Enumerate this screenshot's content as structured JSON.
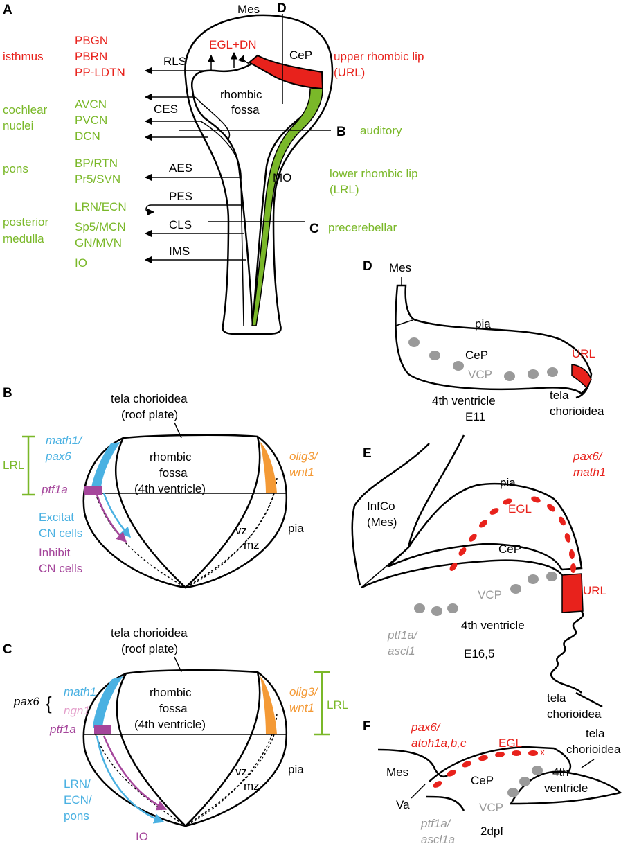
{
  "panels": {
    "A": "A",
    "B": "B",
    "C": "C",
    "D": "D",
    "E": "E",
    "F": "F"
  },
  "panelA": {
    "left_groups": {
      "isthmus": "isthmus",
      "cochlear1": "cochlear",
      "cochlear2": "nuclei",
      "pons": "pons",
      "posterior1": "posterior",
      "posterior2": "medulla"
    },
    "nuclei": [
      "PBGN",
      "PBRN",
      "PP-LDTN",
      "AVCN",
      "PVCN",
      "DCN",
      "BP/RTN",
      "Pr5/SVN",
      "LRN/ECN",
      "Sp5/MCN",
      "GN/MVN",
      "IO"
    ],
    "streams": {
      "rls": "RLS",
      "ces": "CES",
      "aes": "AES",
      "pes": "PES",
      "cls": "CLS",
      "ims": "IMS"
    },
    "mes": "Mes",
    "egl_dn": "EGL+DN",
    "cep": "CeP",
    "fossa1": "rhombic",
    "fossa2": "fossa",
    "mo": "MO",
    "section_labels": {
      "d": "D",
      "b": "B",
      "c": "C"
    },
    "right": {
      "url1": "upper rhombic lip",
      "url2": "(URL)",
      "auditory": "auditory",
      "lrl1": "lower rhombic lip",
      "lrl2": "(LRL)",
      "precerebellar": "precerebellar"
    }
  },
  "panelB": {
    "tela1": "tela chorioidea",
    "tela2": "(roof plate)",
    "lrl": "LRL",
    "math1": "math1/",
    "pax6": "pax6",
    "ptf1a": "ptf1a",
    "fossa1": "rhombic",
    "fossa2": "fossa",
    "fossa3": "(4th ventricle)",
    "olig3": "olig3/",
    "wnt1": "wnt1",
    "excit1": "Excitat",
    "excit2": "CN cells",
    "inhib1": "Inhibit",
    "inhib2": "CN cells",
    "vz": "vz",
    "mz": "mz",
    "pia": "pia"
  },
  "panelC": {
    "tela1": "tela chorioidea",
    "tela2": "(roof plate)",
    "pax6": "pax6",
    "math1": "math1",
    "ngn1": "ngn1",
    "ptf1a": "ptf1a",
    "fossa1": "rhombic",
    "fossa2": "fossa",
    "fossa3": "(4th ventricle)",
    "olig3": "olig3/",
    "wnt1": "wnt1",
    "lrl": "LRL",
    "lrn1": "LRN/",
    "lrn2": "ECN/",
    "lrn3": "pons",
    "io": "IO",
    "vz": "vz",
    "mz": "mz",
    "pia": "pia"
  },
  "panelD": {
    "mes": "Mes",
    "pia": "pia",
    "cep": "CeP",
    "url": "URL",
    "vcp": "VCP",
    "v4": "4th ventricle",
    "e11": "E11",
    "tela1": "tela",
    "tela2": "chorioidea"
  },
  "panelE": {
    "infco1": "InfCo",
    "infco2": "(Mes)",
    "pia": "pia",
    "pax6": "pax6/",
    "math1": "math1",
    "egl": "EGL",
    "cep": "CeP",
    "vcp": "VCP",
    "url": "URL",
    "ptf1a": "ptf1a/",
    "ascl1": "ascl1",
    "v4": "4th ventricle",
    "age": "E16,5",
    "tela1": "tela",
    "tela2": "chorioidea"
  },
  "panelF": {
    "pax6": "pax6/",
    "atoh": "atoh1a,b,c",
    "egl": "EGL",
    "tela1": "tela",
    "tela2": "chorioidea",
    "x": "x",
    "mes": "Mes",
    "cep": "CeP",
    "v4a": "4th",
    "v4b": "ventricle",
    "va": "Va",
    "vcp": "VCP",
    "ptf1a": "ptf1a/",
    "ascl1a": "ascl1a",
    "age": "2dpf"
  }
}
